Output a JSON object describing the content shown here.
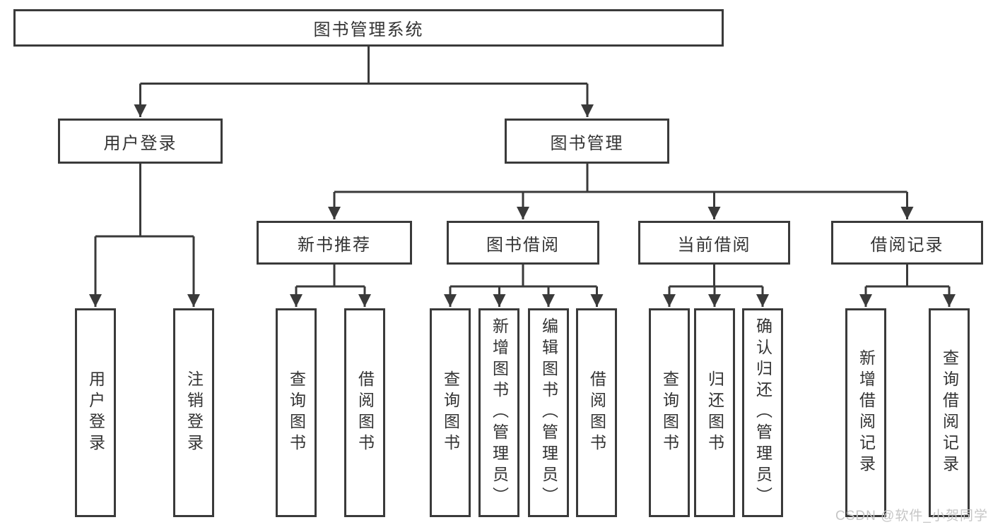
{
  "diagram": {
    "root": {
      "label": "图书管理系统"
    },
    "branches": [
      {
        "label": "用户登录",
        "children": [
          {
            "label": "用户登录"
          },
          {
            "label": "注销登录"
          }
        ]
      },
      {
        "label": "图书管理",
        "groups": [
          {
            "label": "新书推荐",
            "children": [
              {
                "label": "查询图书"
              },
              {
                "label": "借阅图书"
              }
            ]
          },
          {
            "label": "图书借阅",
            "children": [
              {
                "label": "查询图书"
              },
              {
                "label": "新增图书（管理员）"
              },
              {
                "label": "编辑图书（管理员）"
              },
              {
                "label": "借阅图书"
              }
            ]
          },
          {
            "label": "当前借阅",
            "children": [
              {
                "label": "查询图书"
              },
              {
                "label": "归还图书"
              },
              {
                "label": "确认归还（管理员）"
              }
            ]
          },
          {
            "label": "借阅记录",
            "children": [
              {
                "label": "新增借阅记录"
              },
              {
                "label": "查询借阅记录"
              }
            ]
          }
        ]
      }
    ]
  },
  "watermark": {
    "text": "CSDN @软件_小贺同学"
  },
  "colors": {
    "line": "#3a3a3a",
    "box_border": "#3a3a3a",
    "text": "#333333",
    "watermark": "#c6c6c6",
    "background": "#ffffff"
  }
}
